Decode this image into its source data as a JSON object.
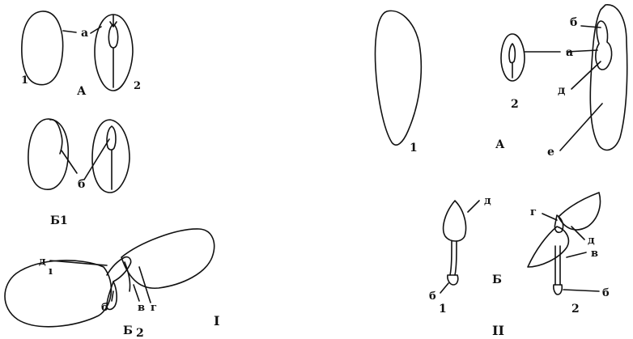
{
  "part_I": {
    "panel_A": {
      "title": "А",
      "numbers": [
        "1",
        "2"
      ],
      "letters": [
        "а"
      ]
    },
    "panel_B1": {
      "title": "Б1",
      "letters": [
        "б"
      ]
    },
    "panel_B2": {
      "title": "Б",
      "title_num": "2",
      "letters": [
        "д",
        "б",
        "в",
        "г"
      ]
    },
    "roman": "I"
  },
  "part_II": {
    "panel_A": {
      "title": "А",
      "numbers": [
        "1",
        "2"
      ],
      "letters": [
        "б",
        "а",
        "д",
        "е"
      ]
    },
    "panel_B": {
      "title": "Б",
      "numbers": [
        "1",
        "2"
      ],
      "letters": [
        "д",
        "б",
        "г",
        "д",
        "в",
        "б"
      ]
    },
    "roman": "II"
  }
}
